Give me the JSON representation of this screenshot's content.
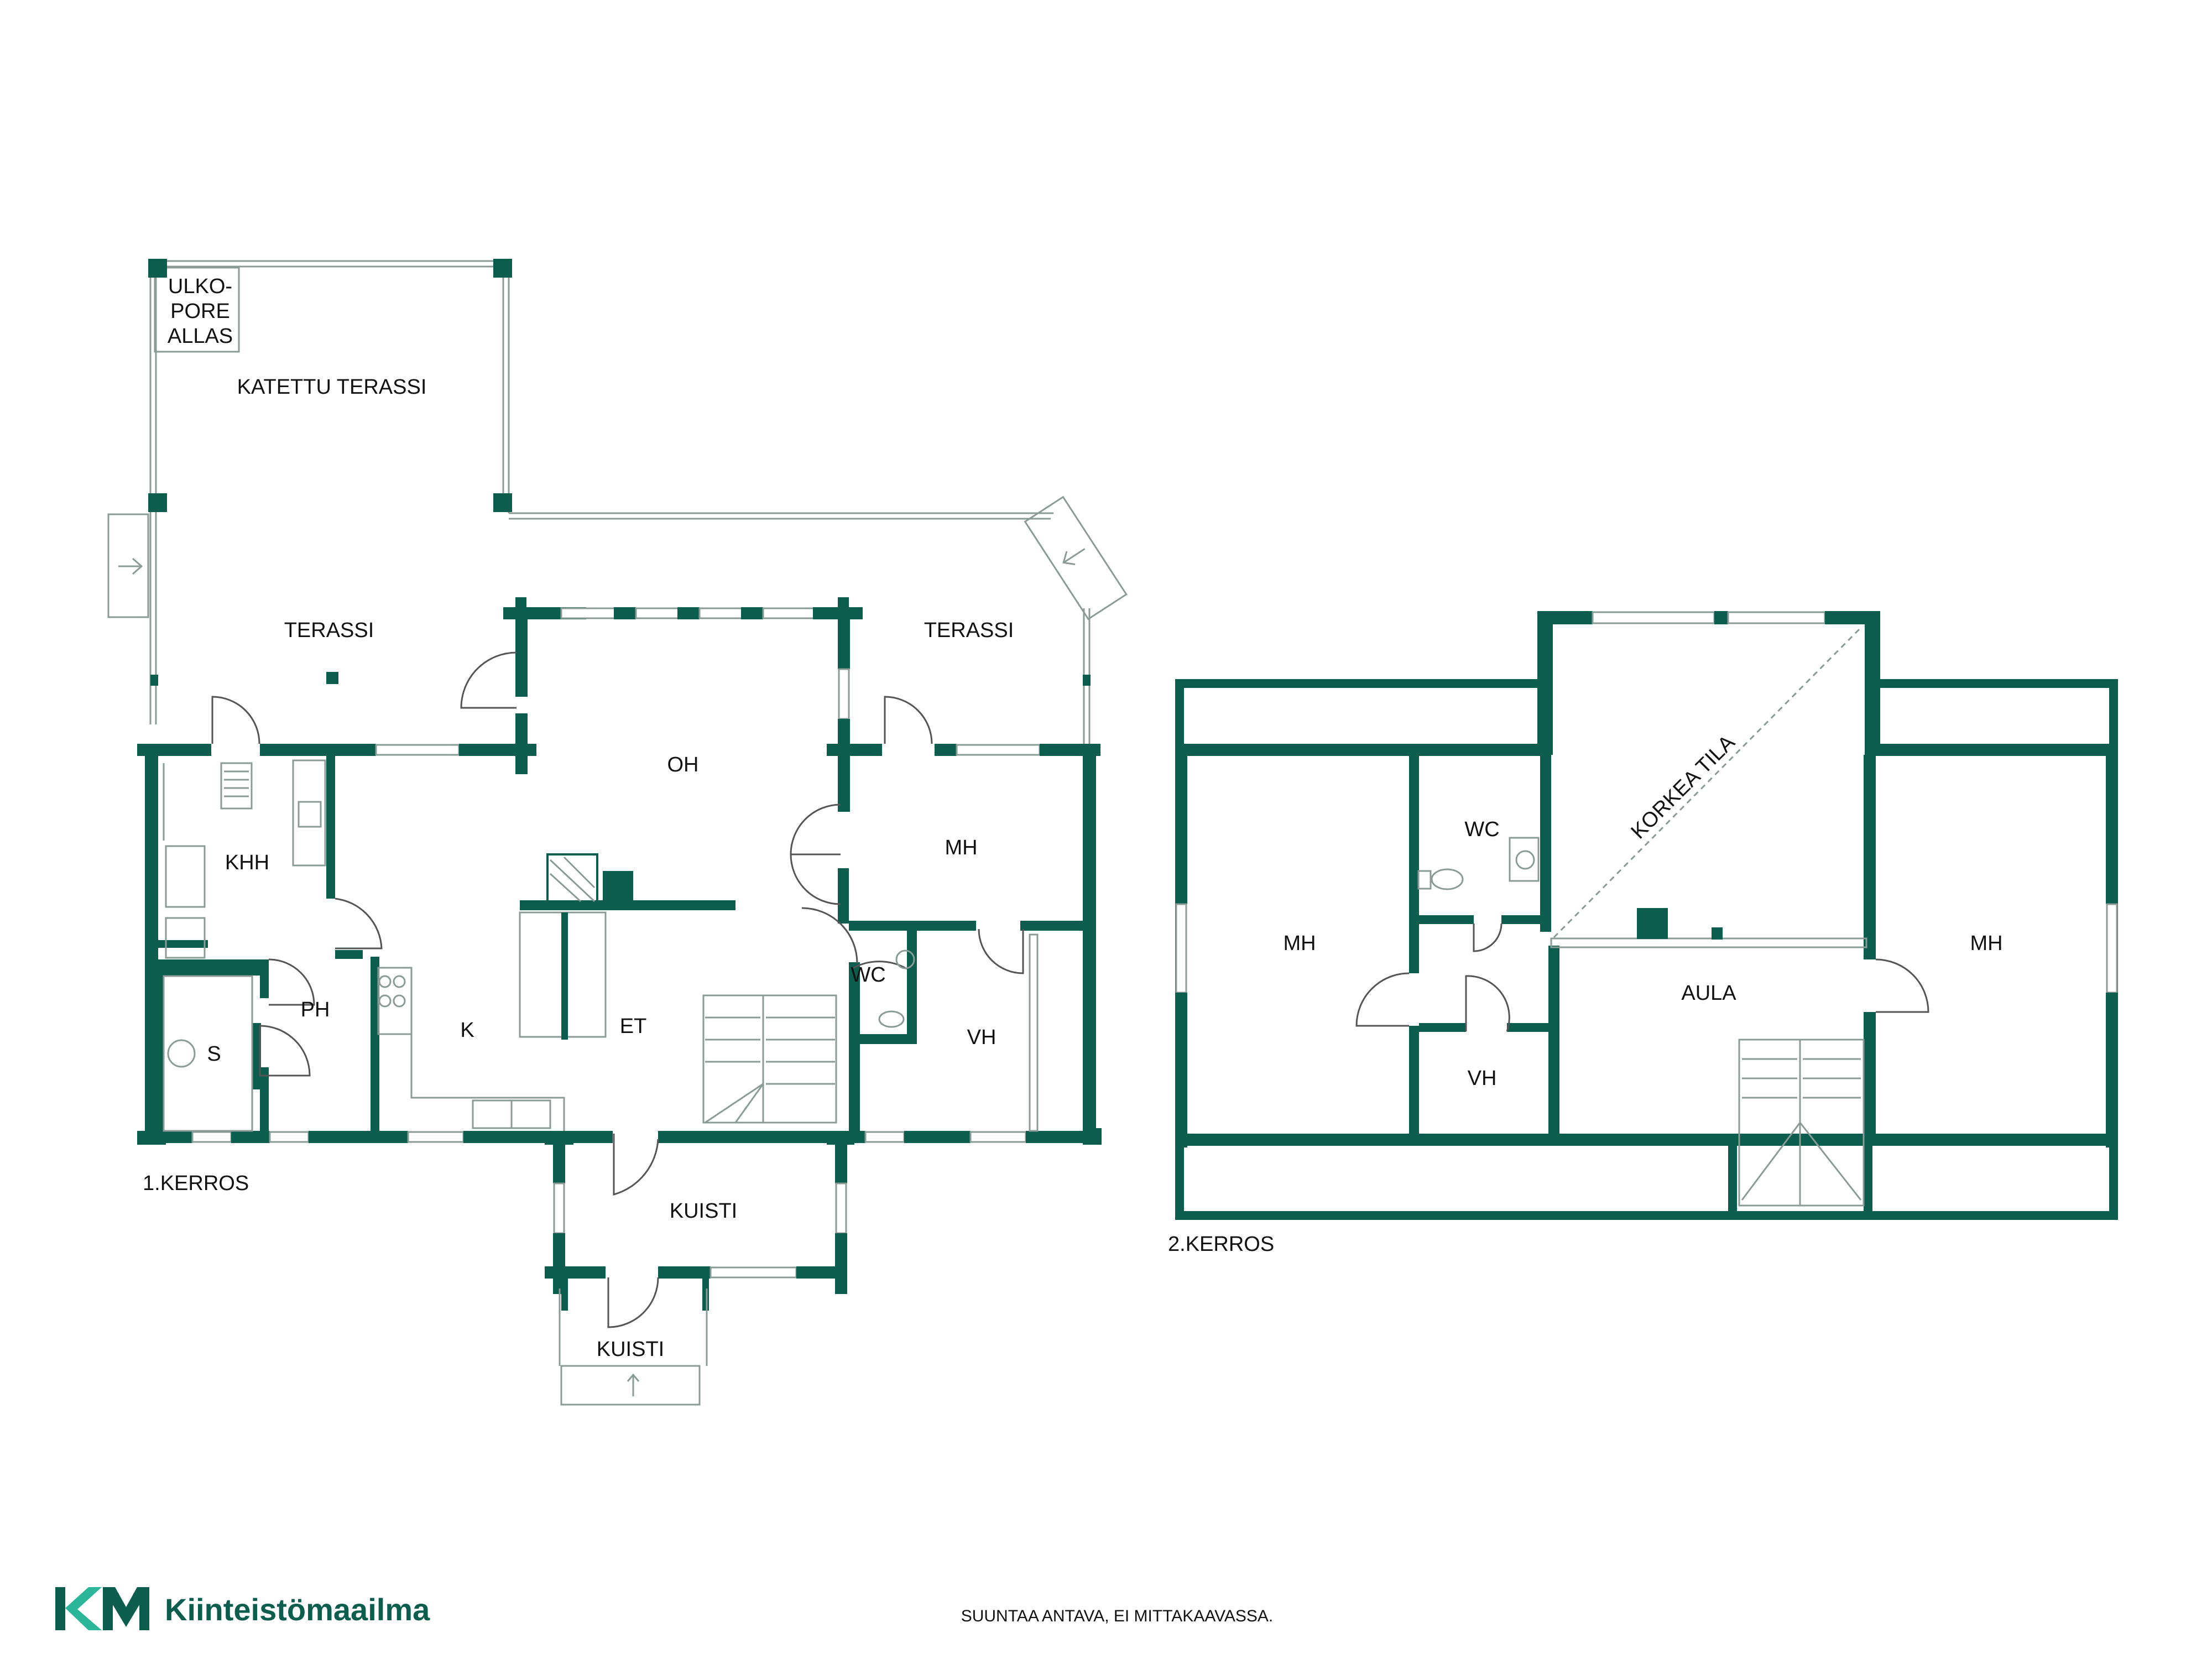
{
  "floor1": {
    "label": "1.KERROS",
    "rooms": {
      "ulkoporeallas": [
        "ULKO-",
        "PORE",
        "ALLAS"
      ],
      "katettu_terassi": "KATETTU TERASSI",
      "terassi_west": "TERASSI",
      "terassi_east": "TERASSI",
      "oh": "OH",
      "khh": "KHH",
      "mh": "MH",
      "ph": "PH",
      "s": "S",
      "k": "K",
      "et": "ET",
      "wc": "WC",
      "vh": "VH",
      "kuisti_upper": "KUISTI",
      "kuisti_lower": "KUISTI"
    }
  },
  "floor2": {
    "label": "2.KERROS",
    "rooms": {
      "mh_west": "MH",
      "wc": "WC",
      "korkea_tila": "KORKEA TILA",
      "aula": "AULA",
      "mh_east": "MH",
      "vh": "VH"
    }
  },
  "footer": {
    "brand_name": "Kiinteistömaailma",
    "logo_letters": "KM",
    "note": "SUUNTAA ANTAVA, EI MITTAKAAVASSA."
  },
  "colors": {
    "wall": "#0b5e4e",
    "accent": "#2bb59a"
  }
}
